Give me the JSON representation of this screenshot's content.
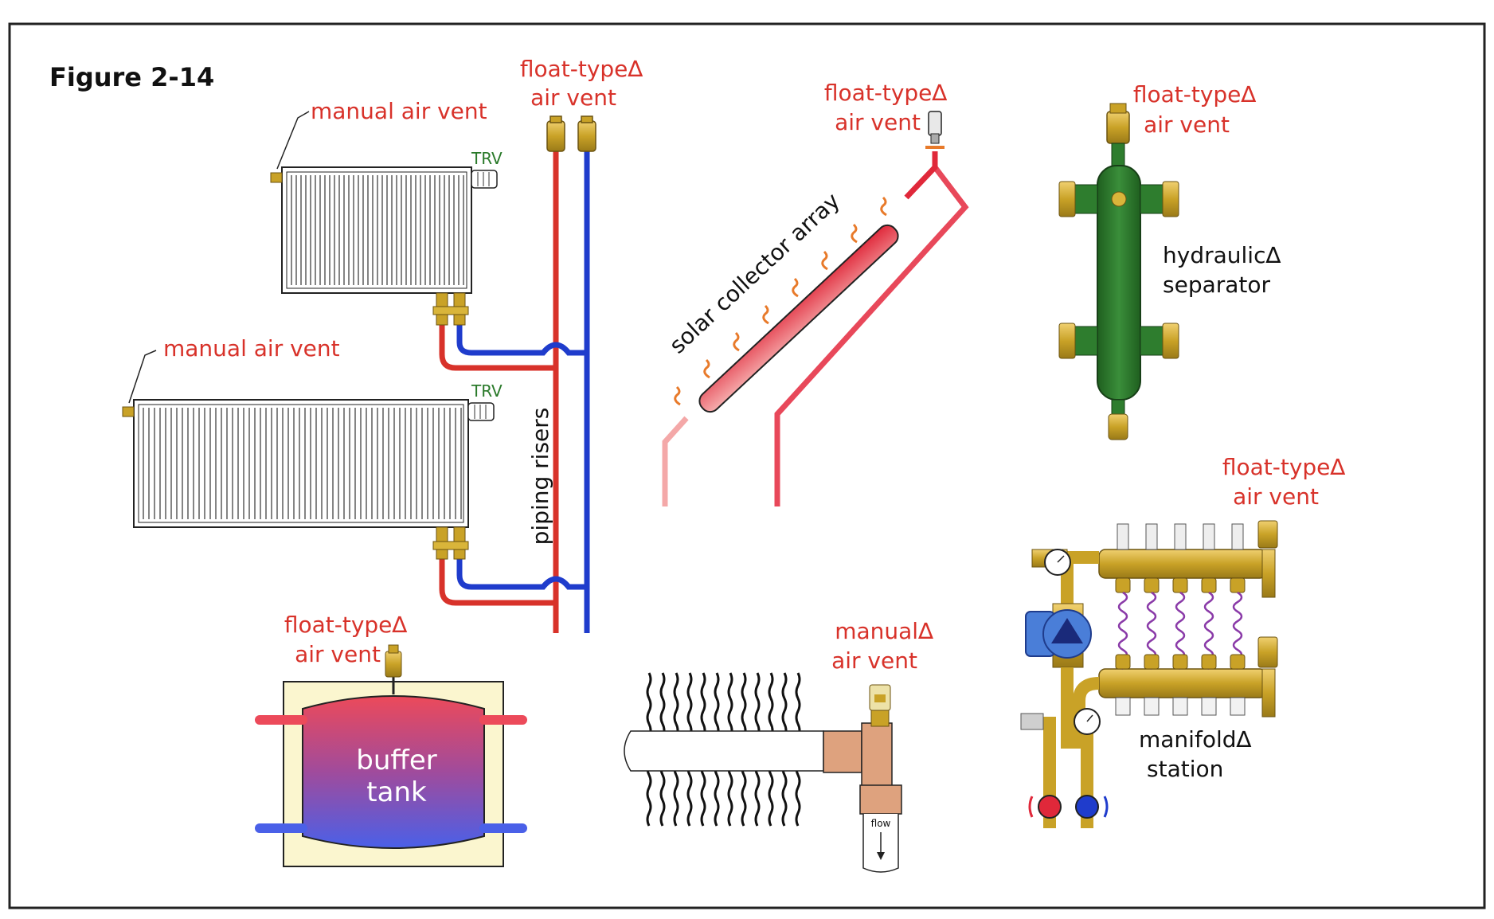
{
  "figure": {
    "title": "Figure 2-14",
    "labels": {
      "manual_vent_top": "manual air vent",
      "manual_vent_mid": "manual air vent",
      "trv_top": "TRV",
      "trv_mid": "TRV",
      "risers_float_1": "float-type∆",
      "risers_float_2": "air vent",
      "piping_risers": "piping risers",
      "solar_float_1": "float-type∆",
      "solar_float_2": "air vent",
      "solar_array": "solar collector array",
      "sep_float_1": "float-type∆",
      "sep_float_2": "air vent",
      "separator_1": "hydraulic∆",
      "separator_2": "separator",
      "manifold_float_1": "float-type∆",
      "manifold_float_2": "air vent",
      "manifold_1": "manifold∆",
      "manifold_2": "station",
      "tank_float_1": "float-type∆",
      "tank_float_2": "air vent",
      "tank_1": "buffer",
      "tank_2": "tank",
      "pipe_manual_1": "manual∆",
      "pipe_manual_2": "air vent",
      "flow": "flow"
    }
  },
  "colors": {
    "supply": "#d8322a",
    "return": "#1f3ccc",
    "brass": "#c9a227",
    "separator": "#2e7d2e",
    "label_red": "#d8322a",
    "trv_green": "#2a7a2a",
    "tank_jacket": "#fbf6cf",
    "copper": "#dea27e"
  },
  "icons": [
    "radiator-icon",
    "air-vent-icon",
    "pump-icon",
    "pressure-gauge-icon",
    "solar-collector-icon",
    "buffer-tank-icon"
  ]
}
